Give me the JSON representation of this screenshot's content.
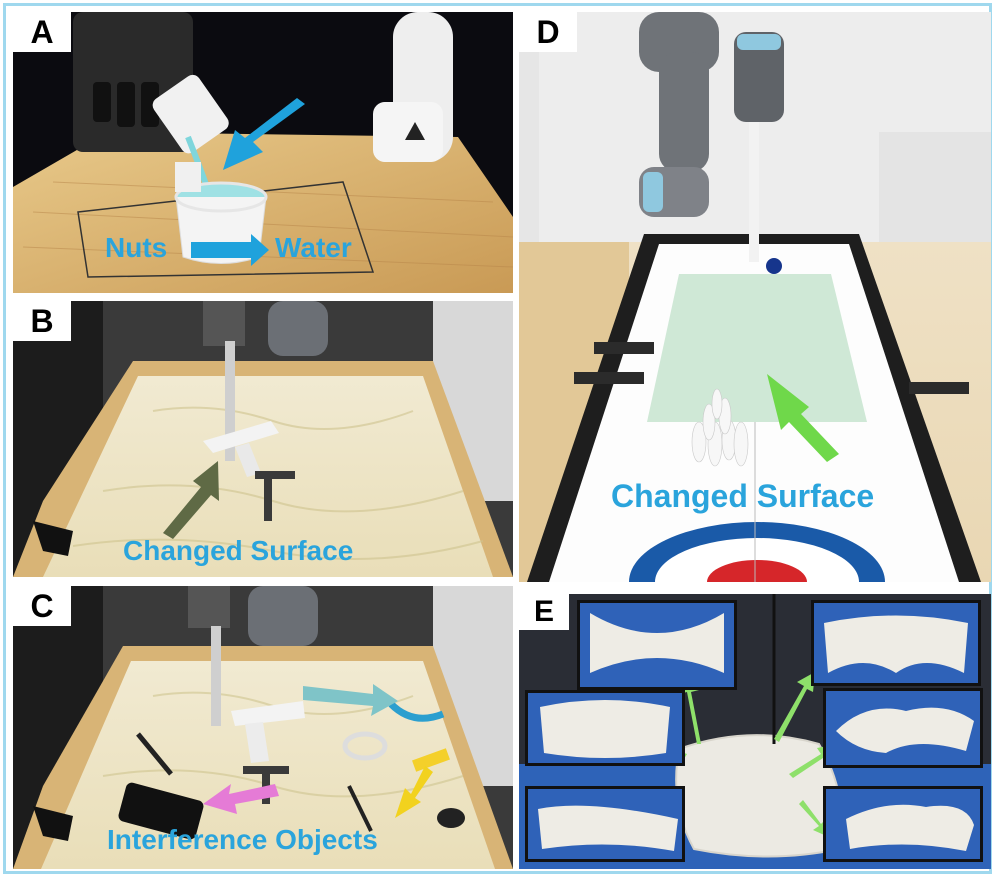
{
  "panels": {
    "a": {
      "letter": "A",
      "caption_left": "Nuts",
      "caption_right": "Water"
    },
    "b": {
      "letter": "B",
      "caption": "Changed Surface"
    },
    "c": {
      "letter": "C",
      "caption": "Interference Objects"
    },
    "d": {
      "letter": "D",
      "caption": "Changed Surface"
    },
    "e": {
      "letter": "E"
    }
  },
  "colors": {
    "caption": "#2aa4dc",
    "frame": "#9fd8ee",
    "arrow_blue": "#1fa2dc",
    "arrow_olive": "#5f6a45",
    "arrow_teal": "#7fc4c8",
    "arrow_pink": "#e57bd6",
    "arrow_yellow": "#f2d21e",
    "arrow_green": "#6fd84a",
    "arrow_green_light": "#8ee06a"
  }
}
